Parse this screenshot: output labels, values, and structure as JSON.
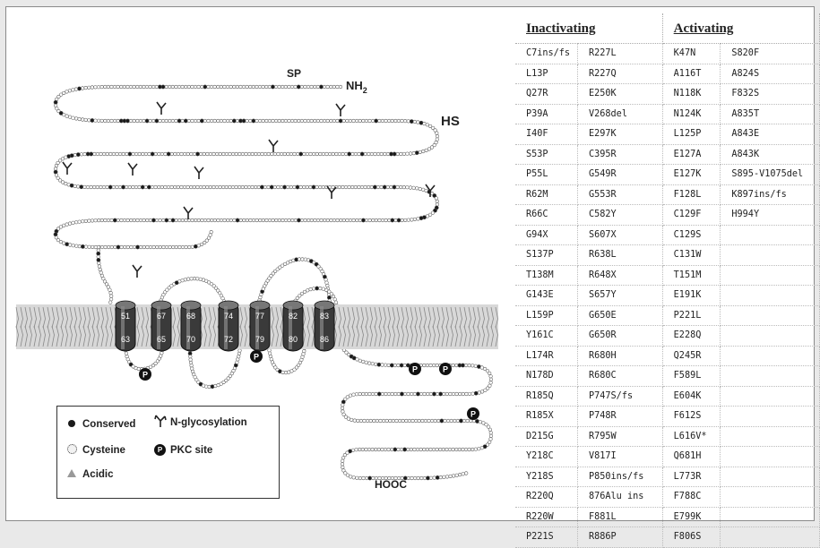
{
  "diagram": {
    "labels": {
      "sp": "SP",
      "nh2": "NH",
      "nh2_sub": "2",
      "hs": "HS",
      "hooc": "HOOC"
    },
    "helix_numbers": [
      {
        "top": "51",
        "bottom": "63"
      },
      {
        "top": "67",
        "bottom": "65"
      },
      {
        "top": "68",
        "bottom": "70"
      },
      {
        "top": "74",
        "bottom": "72"
      },
      {
        "top": "77",
        "bottom": "79"
      },
      {
        "top": "82",
        "bottom": "80"
      },
      {
        "top": "83",
        "bottom": "86"
      }
    ],
    "pkc_letter": "P"
  },
  "legend": {
    "conserved": "Conserved",
    "cysteine": "Cysteine",
    "acidic": "Acidic",
    "n_glycosylation": "N-glycosylation",
    "pkc_site": "PKC site"
  },
  "table": {
    "headers": {
      "inactivating": "Inactivating",
      "activating": "Activating"
    },
    "rows": [
      [
        "C7ins/fs",
        "R227L",
        "K47N",
        "S820F"
      ],
      [
        "L13P",
        "R227Q",
        "A116T",
        "A824S"
      ],
      [
        "Q27R",
        "E250K",
        "N118K",
        "F832S"
      ],
      [
        "P39A",
        "V268del",
        "N124K",
        "A835T"
      ],
      [
        "I40F",
        "E297K",
        "L125P",
        "A843E"
      ],
      [
        "S53P",
        "C395R",
        "E127A",
        "A843K"
      ],
      [
        "P55L",
        "G549R",
        "E127K",
        "S895-V1075del"
      ],
      [
        "R62M",
        "G553R",
        "F128L",
        "K897ins/fs"
      ],
      [
        "R66C",
        "C582Y",
        "C129F",
        "H994Y"
      ],
      [
        "G94X",
        "S607X",
        "C129S",
        ""
      ],
      [
        "S137P",
        "R638L",
        "C131W",
        ""
      ],
      [
        "T138M",
        "R648X",
        "T151M",
        ""
      ],
      [
        "G143E",
        "S657Y",
        "E191K",
        ""
      ],
      [
        "L159P",
        "G650E",
        "P221L",
        ""
      ],
      [
        "Y161C",
        "G650R",
        "E228Q",
        ""
      ],
      [
        "L174R",
        "R680H",
        "Q245R",
        ""
      ],
      [
        "N178D",
        "R680C",
        "F589L",
        ""
      ],
      [
        "R185Q",
        "P747S/fs",
        "E604K",
        ""
      ],
      [
        "R185X",
        "P748R",
        "F612S",
        ""
      ],
      [
        "D215G",
        "R795W",
        "L616V*",
        ""
      ],
      [
        "Y218C",
        "V817I",
        "Q681H",
        ""
      ],
      [
        "Y218S",
        "P850ins/fs",
        "L773R",
        ""
      ],
      [
        "R220Q",
        "876Alu ins",
        "F788C",
        ""
      ],
      [
        "R220W",
        "F881L",
        "E799K",
        ""
      ],
      [
        "P221S",
        "R886P",
        "F806S",
        ""
      ]
    ]
  },
  "colors": {
    "conserved": "#1a1a1a",
    "residue": "#ffffff",
    "membrane": "#888888",
    "helix": "#3a3a3a"
  }
}
